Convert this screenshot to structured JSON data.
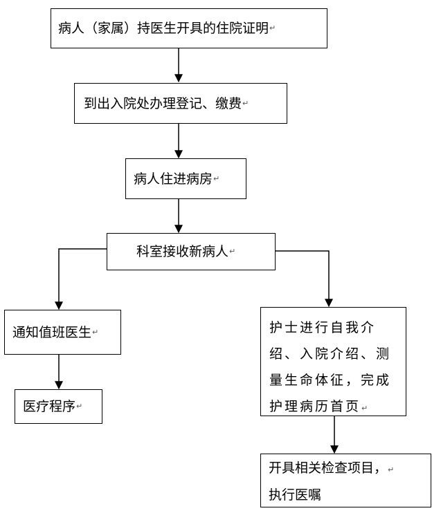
{
  "return_mark": "↵",
  "steps": {
    "certificate": "病人（家属）持医生开具的住院证明",
    "registration": "到出入院处办理登记、缴费",
    "enter_ward": "病人住进病房",
    "department_receive": "科室接收新病人",
    "notify_doctor": "通知值班医生",
    "medical_procedure": "医疗程序",
    "nurse_intro_lines": [
      "护士进行自我介",
      "绍、入院介绍、测",
      "量生命体征，完成",
      "护理病历首页"
    ],
    "checks_lines": [
      "开具相关检查项目，",
      "执行医嘱"
    ]
  }
}
